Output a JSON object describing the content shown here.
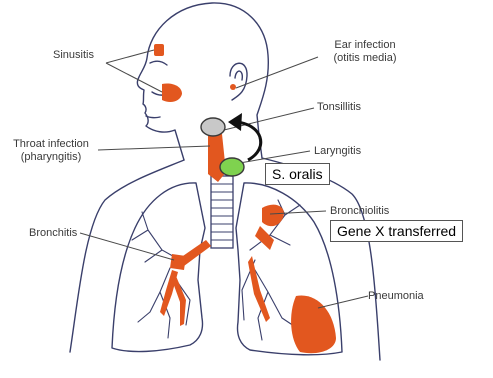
{
  "labels": {
    "sinusitis": "Sinusitis",
    "ear_infection_1": "Ear infection",
    "ear_infection_2": "(otitis media)",
    "tonsillitis": "Tonsillitis",
    "throat_infection_1": "Throat infection",
    "throat_infection_2": "(pharyngitis)",
    "laryngitis": "Laryngitis",
    "bronchiolitis": "Bronchiolitis",
    "bronchitis": "Bronchitis",
    "pneumonia": "Pneumonia"
  },
  "callouts": {
    "organism": "S. oralis",
    "event": "Gene X transferred"
  },
  "colors": {
    "outline": "#3a3f6b",
    "infection": "#e2571f",
    "leader": "#4a4a4a",
    "organism_start": "#c8c8c8",
    "organism_end": "#7fd24f",
    "arrow": "#111111"
  }
}
